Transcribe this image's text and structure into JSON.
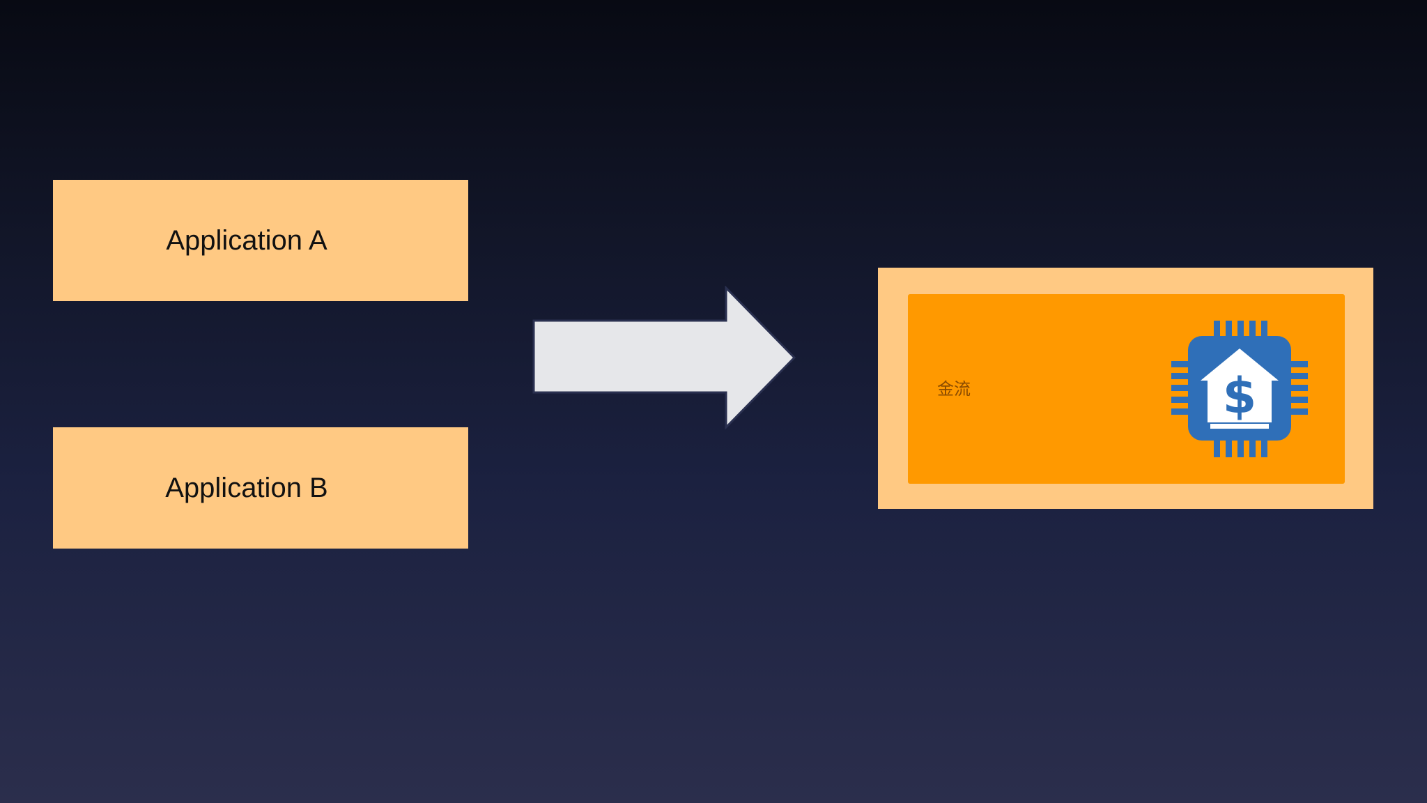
{
  "diagram": {
    "source_boxes": [
      {
        "label": "Application A"
      },
      {
        "label": "Application B"
      }
    ],
    "arrow": {
      "direction": "right",
      "color": "#e6e7ea"
    },
    "target": {
      "label": "金流",
      "icon": "bank-chip-dollar-icon",
      "icon_symbol": "$",
      "colors": {
        "outer": "#ffc983",
        "inner": "#ff9900",
        "icon": "#2f6fb8"
      }
    },
    "colors": {
      "box_fill": "#ffc983",
      "background_top": "#080a13",
      "background_bottom": "#2b2e4c"
    }
  }
}
